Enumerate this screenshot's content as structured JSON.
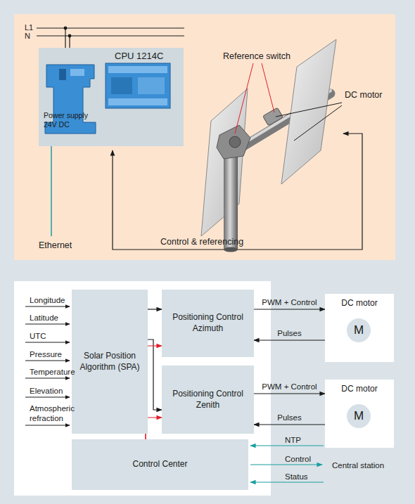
{
  "diagram": {
    "nodes": [
      {
        "text": [
          "Solar Position Algorithm (SPA)"
        ]
      },
      {
        "text": [
          "Positioning Control Azimuth"
        ]
      },
      {
        "text": [
          "Positioning Control Zenith"
        ]
      },
      {
        "text": [
          "Control Center"
        ]
      },
      {
        "text": [
          "DC motor"
        ]
      },
      {
        "text": [
          "M"
        ],
        "in": 4
      },
      {
        "text": [
          "DC motor"
        ]
      },
      {
        "text": [
          "M"
        ],
        "in": 6
      }
    ],
    "edges": [
      {
        "from": 0,
        "to": 1,
        "arrow": "to"
      },
      {
        "from": 0,
        "to": 2,
        "arrow": "to"
      },
      {
        "from": 3,
        "to": 1,
        "arrow": "to"
      },
      {
        "from": 3,
        "to": 2,
        "arrow": "to"
      },
      {
        "from": 1,
        "to": 4,
        "label": "PWM + Control",
        "arrow": "to"
      },
      {
        "from": 4,
        "to": 1,
        "label": "Pulses",
        "arrow": "to"
      },
      {
        "from": 2,
        "to": 6,
        "label": "PWM + Control",
        "arrow": "to"
      },
      {
        "from": 6,
        "to": 2,
        "label": "Pulses",
        "arrow": "to"
      }
    ],
    "labels": [
      "L1",
      "N",
      "CPU 1214C",
      "Power supply 24V DC",
      "Ethernet",
      "Reference switch",
      "DC motor",
      "Control & referencing",
      "Longitude",
      "Latitude",
      "UTC",
      "Pressure",
      "Temperature",
      "Elevation",
      "Atmospheric refraction",
      "NTP",
      "Control",
      "Status",
      "Central station"
    ]
  }
}
